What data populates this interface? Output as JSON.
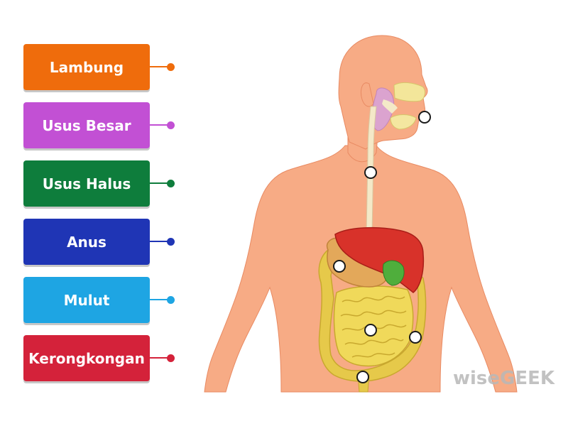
{
  "labels": [
    {
      "text": "Lambung",
      "color": "#ef6c0c"
    },
    {
      "text": "Usus Besar",
      "color": "#c250d4"
    },
    {
      "text": "Usus Halus",
      "color": "#0e7d3c"
    },
    {
      "text": "Anus",
      "color": "#1f35b5"
    },
    {
      "text": "Mulut",
      "color": "#1ea5e3"
    },
    {
      "text": "Kerongkongan",
      "color": "#d4223a"
    }
  ],
  "watermark": "wiseGEEK",
  "figure": {
    "skin_color": "#f7ab85",
    "liver_color": "#d8322a",
    "intestine_color": "#ecd554",
    "esophagus_color": "#f4e9c8"
  }
}
